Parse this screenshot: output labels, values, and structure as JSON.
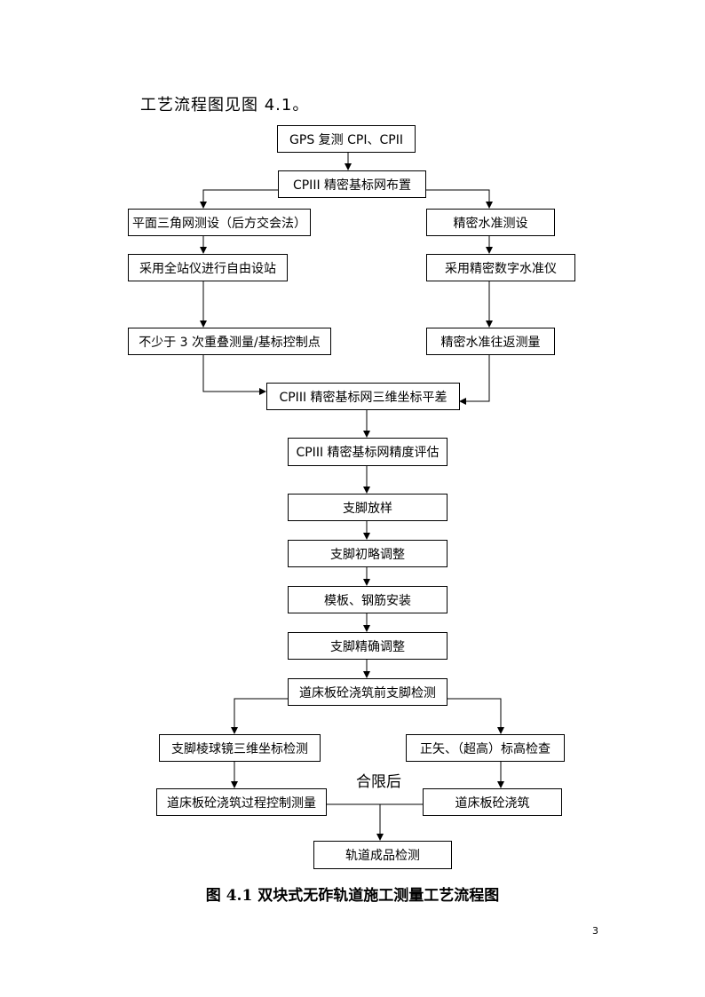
{
  "intro_text": "工艺流程图见图 4.1。",
  "nodes": {
    "gps": "GPS 复测 CPI、CPII",
    "cpiii_layout": "CPIII 精密基标网布置",
    "triangle_net": "平面三角网测设（后方交会法）",
    "leveling": "精密水准测设",
    "total_station": "采用全站仪进行自由设站",
    "digital_level": "采用精密数字水准仪",
    "overlap": "不少于 3 次重叠测量/基标控制点",
    "round_trip": "精密水准往返测量",
    "adjust_3d": "CPIII 精密基标网三维坐标平差",
    "precision_eval": "CPIII 精密基标网精度评估",
    "stakeout": "支脚放样",
    "rough_adjust": "支脚初略调整",
    "formwork": "模板、钢筋安装",
    "fine_adjust": "支脚精确调整",
    "pre_pour_check": "道床板砼浇筑前支脚检测",
    "prism_3d": "支脚棱球镜三维坐标检测",
    "elevation": "正矢、（超高）标高检查",
    "pour_control": "道床板砼浇筑过程控制测量",
    "pour": "道床板砼浇筑",
    "final_check": "轨道成品检测"
  },
  "qualified_label": "合限后",
  "caption": "图 4.1  双块式无砟轨道施工测量工艺流程图",
  "page_number": "3"
}
